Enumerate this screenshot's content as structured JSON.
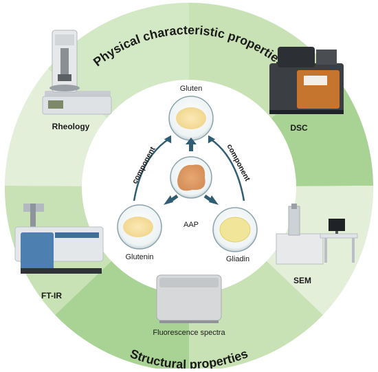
{
  "outer_titles": {
    "top": "Physical characteristic properties",
    "bottom": "Structural properties"
  },
  "instruments": {
    "rheology": "Rheology",
    "dsc": "DSC",
    "ftir": "FT-IR",
    "sem": "SEM",
    "fluorescence": "Fluorescence spectra"
  },
  "center": {
    "gluten": "Gluten",
    "glutenin": "Glutenin",
    "gliadin": "Gliadin",
    "aap": "AAP",
    "component_left": "component",
    "component_right": "component"
  },
  "colors": {
    "ring_light": "#e3efd9",
    "ring_mid": "#c8e2b6",
    "ring_dark": "#a9d394",
    "text": "#1a1a1a",
    "arrow": "#2f5d73"
  }
}
